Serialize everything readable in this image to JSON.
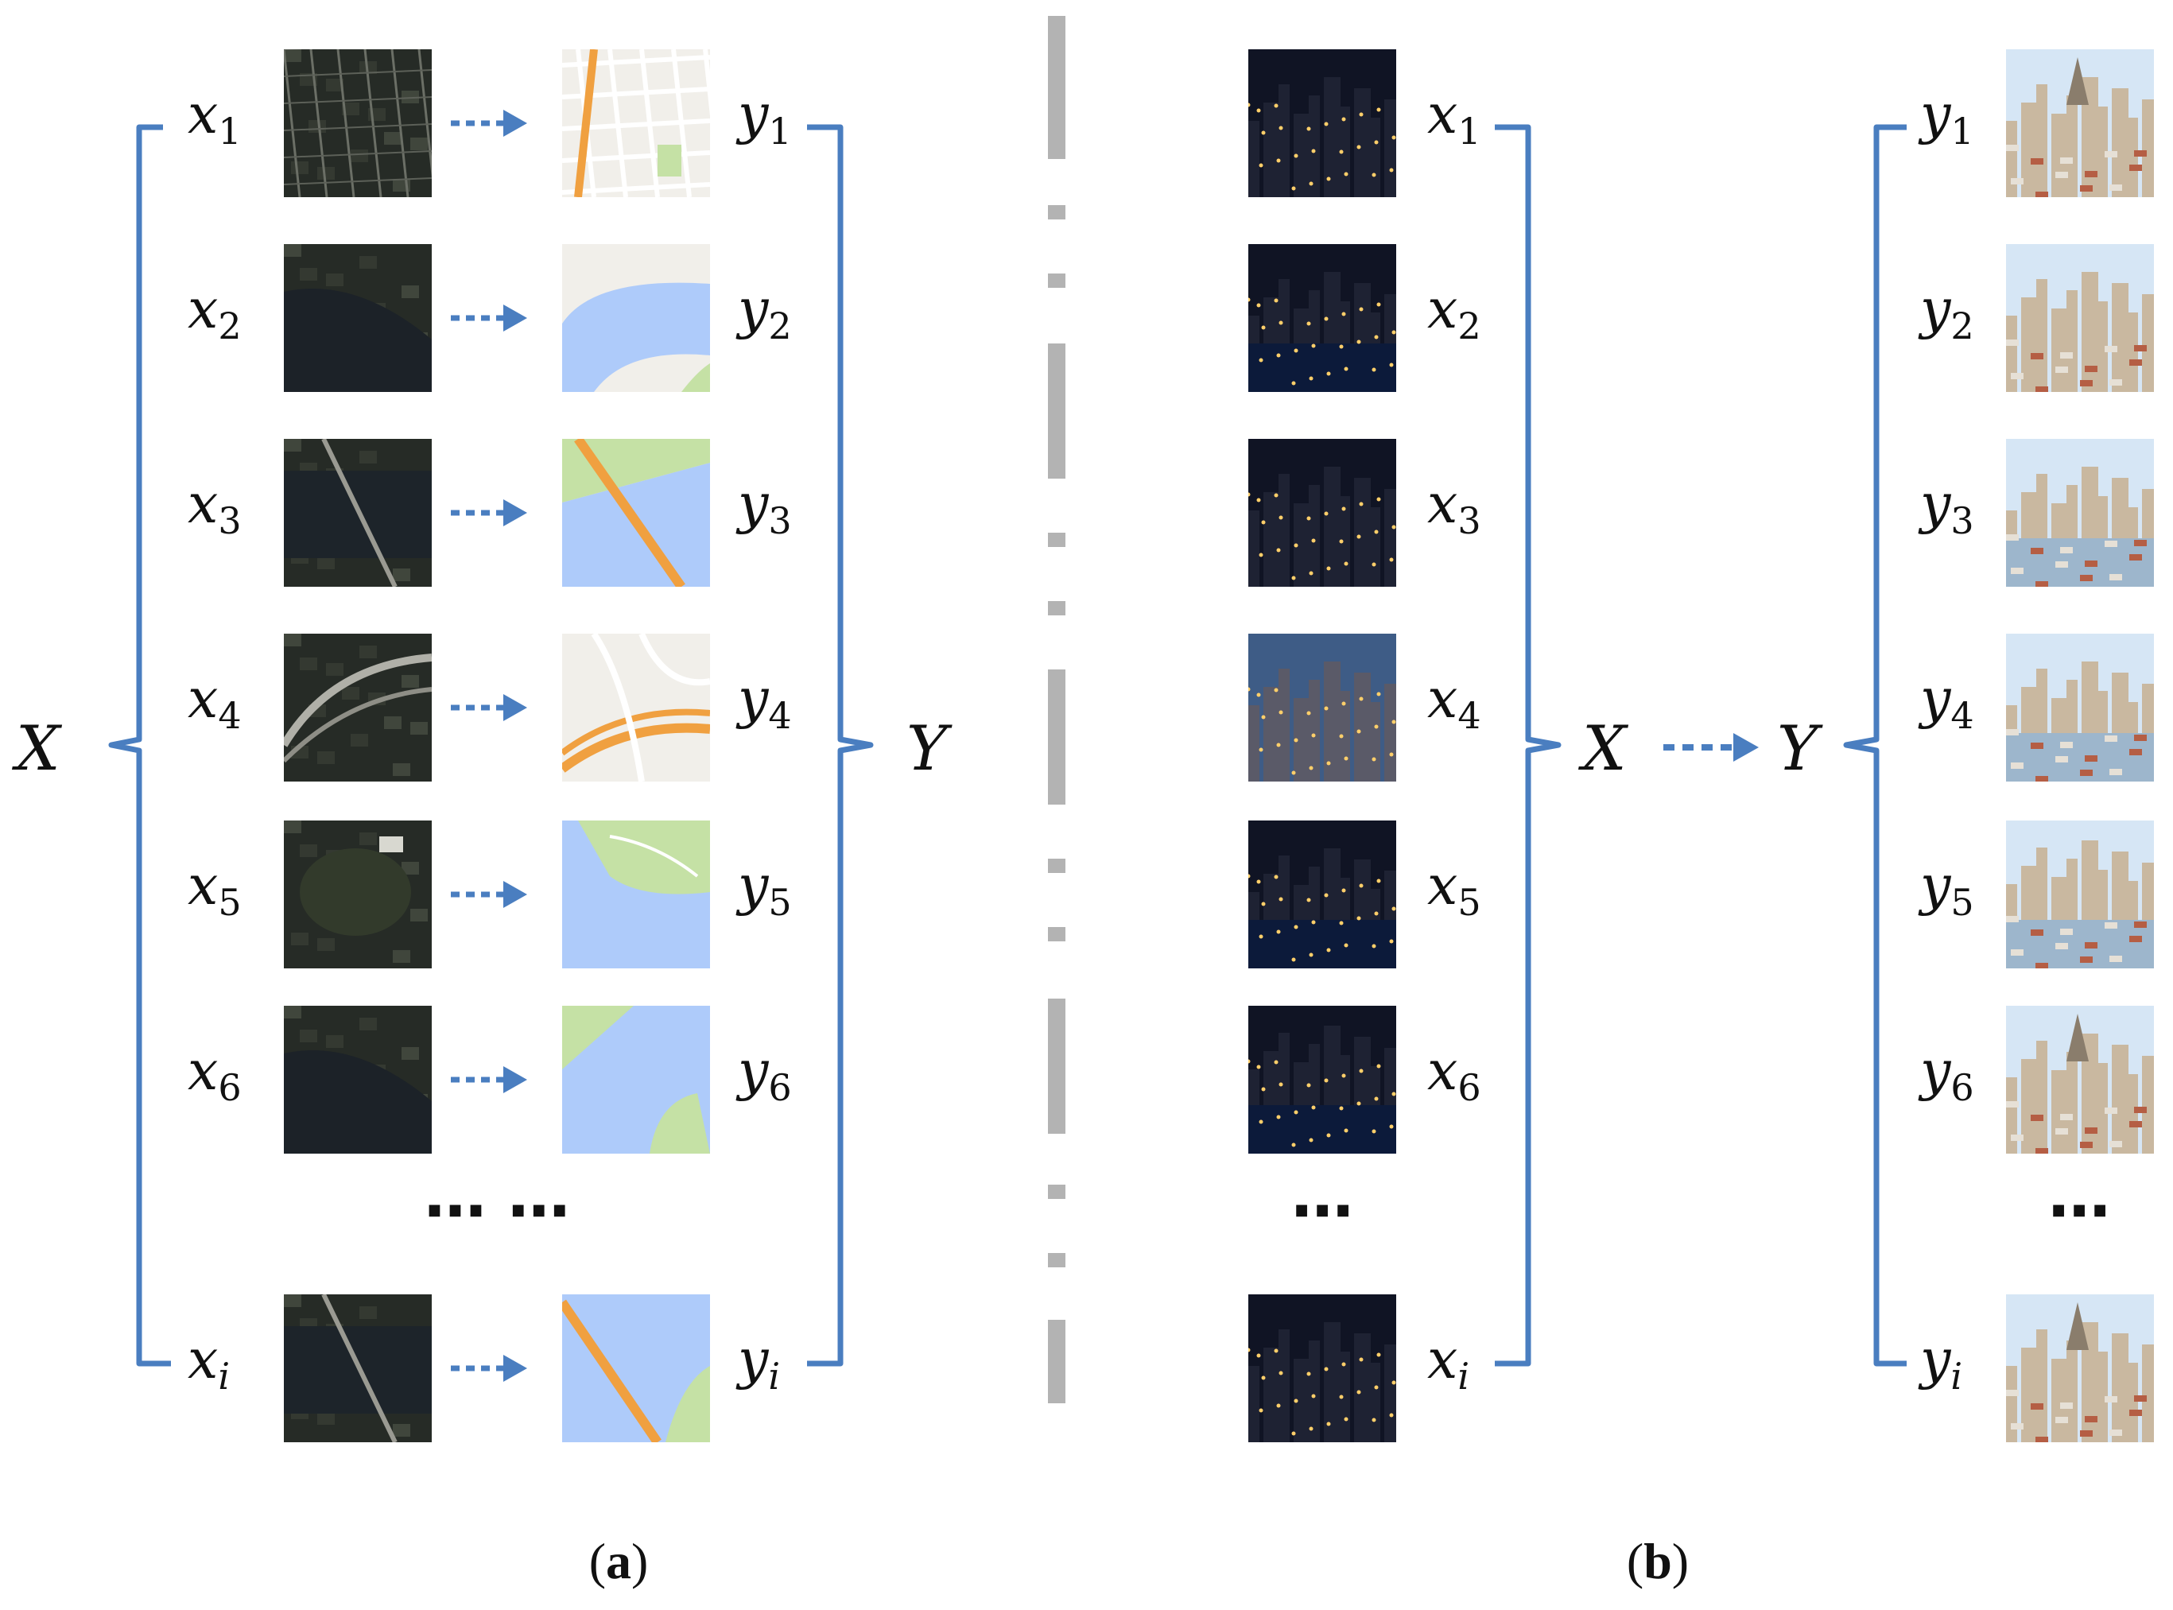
{
  "colors": {
    "bracket": "#4a7ec0",
    "arrow": "#4a7ec0",
    "divider": "#b3b3b3",
    "map_water": "#aecbfa",
    "map_park": "#c5e1a5",
    "map_land": "#f1efea",
    "map_road": "#ffffff",
    "map_highway": "#f0a040",
    "satellite_dark": "#262b26",
    "night_sky": "#101424",
    "day_sky": "#d6e6f5"
  },
  "panel_a": {
    "set_x_label": "X",
    "set_y_label": "Y",
    "var_x": "x",
    "var_y": "y",
    "rows": [
      {
        "sub": "1",
        "sat": "satellite-city",
        "map": "map-streets"
      },
      {
        "sub": "2",
        "sat": "satellite-river",
        "map": "map-river"
      },
      {
        "sub": "3",
        "sat": "satellite-bridge",
        "map": "map-bridge"
      },
      {
        "sub": "4",
        "sat": "satellite-highway",
        "map": "map-highway"
      },
      {
        "sub": "5",
        "sat": "satellite-park",
        "map": "map-park"
      },
      {
        "sub": "6",
        "sat": "satellite-shore",
        "map": "map-shore"
      }
    ],
    "ellipsis": "⋯ ⋯",
    "last_row": {
      "sub": "i",
      "sat": "satellite-bridge",
      "map": "map-diagonal"
    },
    "caption_open": "(",
    "caption_letter": "a",
    "caption_close": ")"
  },
  "panel_b": {
    "set_x_label": "X",
    "set_y_label": "Y",
    "var_x": "x",
    "var_y": "y",
    "x_rows": [
      {
        "sub": "1",
        "scene": "night-city"
      },
      {
        "sub": "2",
        "scene": "night-river"
      },
      {
        "sub": "3",
        "scene": "night-skyline"
      },
      {
        "sub": "4",
        "scene": "dusk-town"
      },
      {
        "sub": "5",
        "scene": "night-towers"
      },
      {
        "sub": "6",
        "scene": "night-canal"
      }
    ],
    "x_last": {
      "sub": "i",
      "scene": "night-resort"
    },
    "y_rows": [
      {
        "sub": "1",
        "scene": "day-cathedral"
      },
      {
        "sub": "2",
        "scene": "day-street"
      },
      {
        "sub": "3",
        "scene": "day-harbor"
      },
      {
        "sub": "4",
        "scene": "day-coast"
      },
      {
        "sub": "5",
        "scene": "day-lake"
      },
      {
        "sub": "6",
        "scene": "day-basilica"
      }
    ],
    "y_last": {
      "sub": "i",
      "scene": "day-cathedral"
    },
    "x_ellipsis": "⋯",
    "y_ellipsis": "⋯",
    "caption_open": "(",
    "caption_letter": "b",
    "caption_close": ")"
  }
}
